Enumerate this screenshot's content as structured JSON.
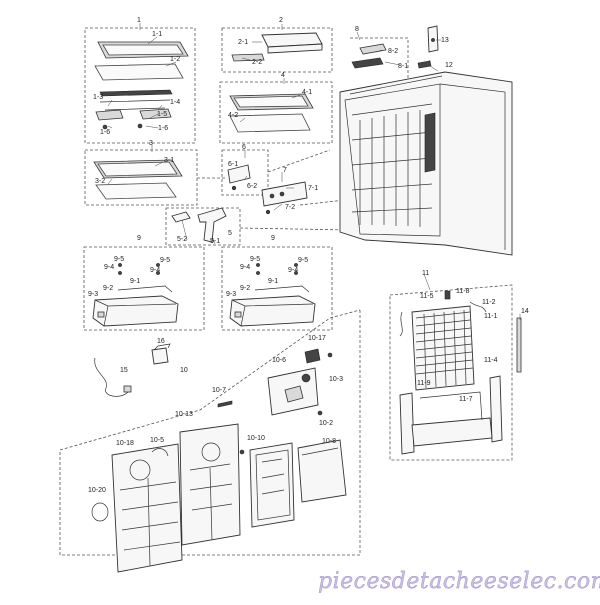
{
  "callouts": {
    "c1": "1",
    "c1_1": "1-1",
    "c1_2": "1-2",
    "c1_3": "1-3",
    "c1_4": "1-4",
    "c1_5": "1-5",
    "c1_6a": "1-6",
    "c1_6b": "1-6",
    "c2": "2",
    "c2_1": "2-1",
    "c2_2": "2-2",
    "c3": "3",
    "c3_1": "3-1",
    "c3_2": "3-2",
    "c4": "4",
    "c4_1": "4-1",
    "c4_2": "4-2",
    "c5": "5",
    "c5_1": "5-1",
    "c5_2": "5-2",
    "c6": "6",
    "c6_1": "6-1",
    "c6_2": "6-2",
    "c7": "7",
    "c7_1": "7-1",
    "c7_2": "7-2",
    "c8": "8",
    "c8_1": "8-1",
    "c8_2": "8-2",
    "c12": "12",
    "c13": "13",
    "c14": "14",
    "c9a": "9",
    "c9b": "9",
    "c9_5a": "9-5",
    "c9_4a": "9-4",
    "c9_4b": "9-4",
    "c9_5b": "9-5",
    "c9_1a": "9-1",
    "c9_2a": "9-2",
    "c9_3a": "9-3",
    "c9_5c": "9-5",
    "c9_4c": "9-4",
    "c9_4d": "9-4",
    "c9_5d": "9-5",
    "c9_1b": "9-1",
    "c9_2b": "9-2",
    "c9_3b": "9-3",
    "c10": "10",
    "c10_2": "10-2",
    "c10_3": "10-3",
    "c10_5": "10-5",
    "c10_6": "10-6",
    "c10_7": "10-7",
    "c10_8": "10-8",
    "c10_10": "10-10",
    "c10_13": "10-13",
    "c10_17": "10-17",
    "c10_18": "10-18",
    "c10_20": "10-20",
    "c11": "11",
    "c11_1": "11-1",
    "c11_2": "11-2",
    "c11_4": "11-4",
    "c11_5": "11-5",
    "c11_7": "11-7",
    "c11_8": "11-8",
    "c11_9": "11-9",
    "c15": "15",
    "c16": "16"
  },
  "watermark": "piecesdetacheeselec.com",
  "colors": {
    "watermark_fill": "#c9bfe3",
    "line": "#333333",
    "background": "#ffffff"
  }
}
